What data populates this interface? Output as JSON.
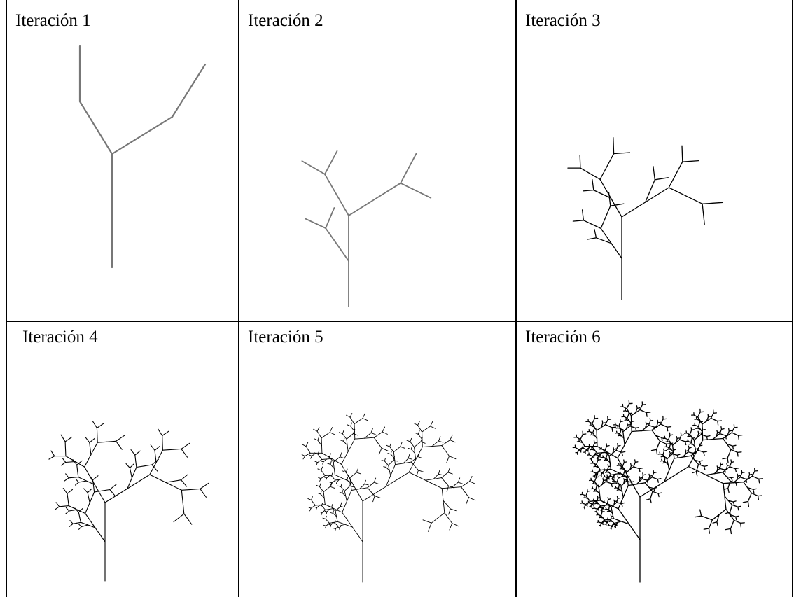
{
  "figure": {
    "panels": [
      {
        "label": "Iteración 1",
        "iteration": 1
      },
      {
        "label": "Iteración 2",
        "iteration": 2
      },
      {
        "label": "Iteración 3",
        "iteration": 3
      },
      {
        "label": "Iteración 4",
        "iteration": 4
      },
      {
        "label": "Iteración 5",
        "iteration": 5
      },
      {
        "label": "Iteración 6",
        "iteration": 6
      }
    ],
    "colors": {
      "border": "#000000",
      "branch_early": "#777777",
      "branch_late": "#000000",
      "background": "#ffffff"
    }
  }
}
